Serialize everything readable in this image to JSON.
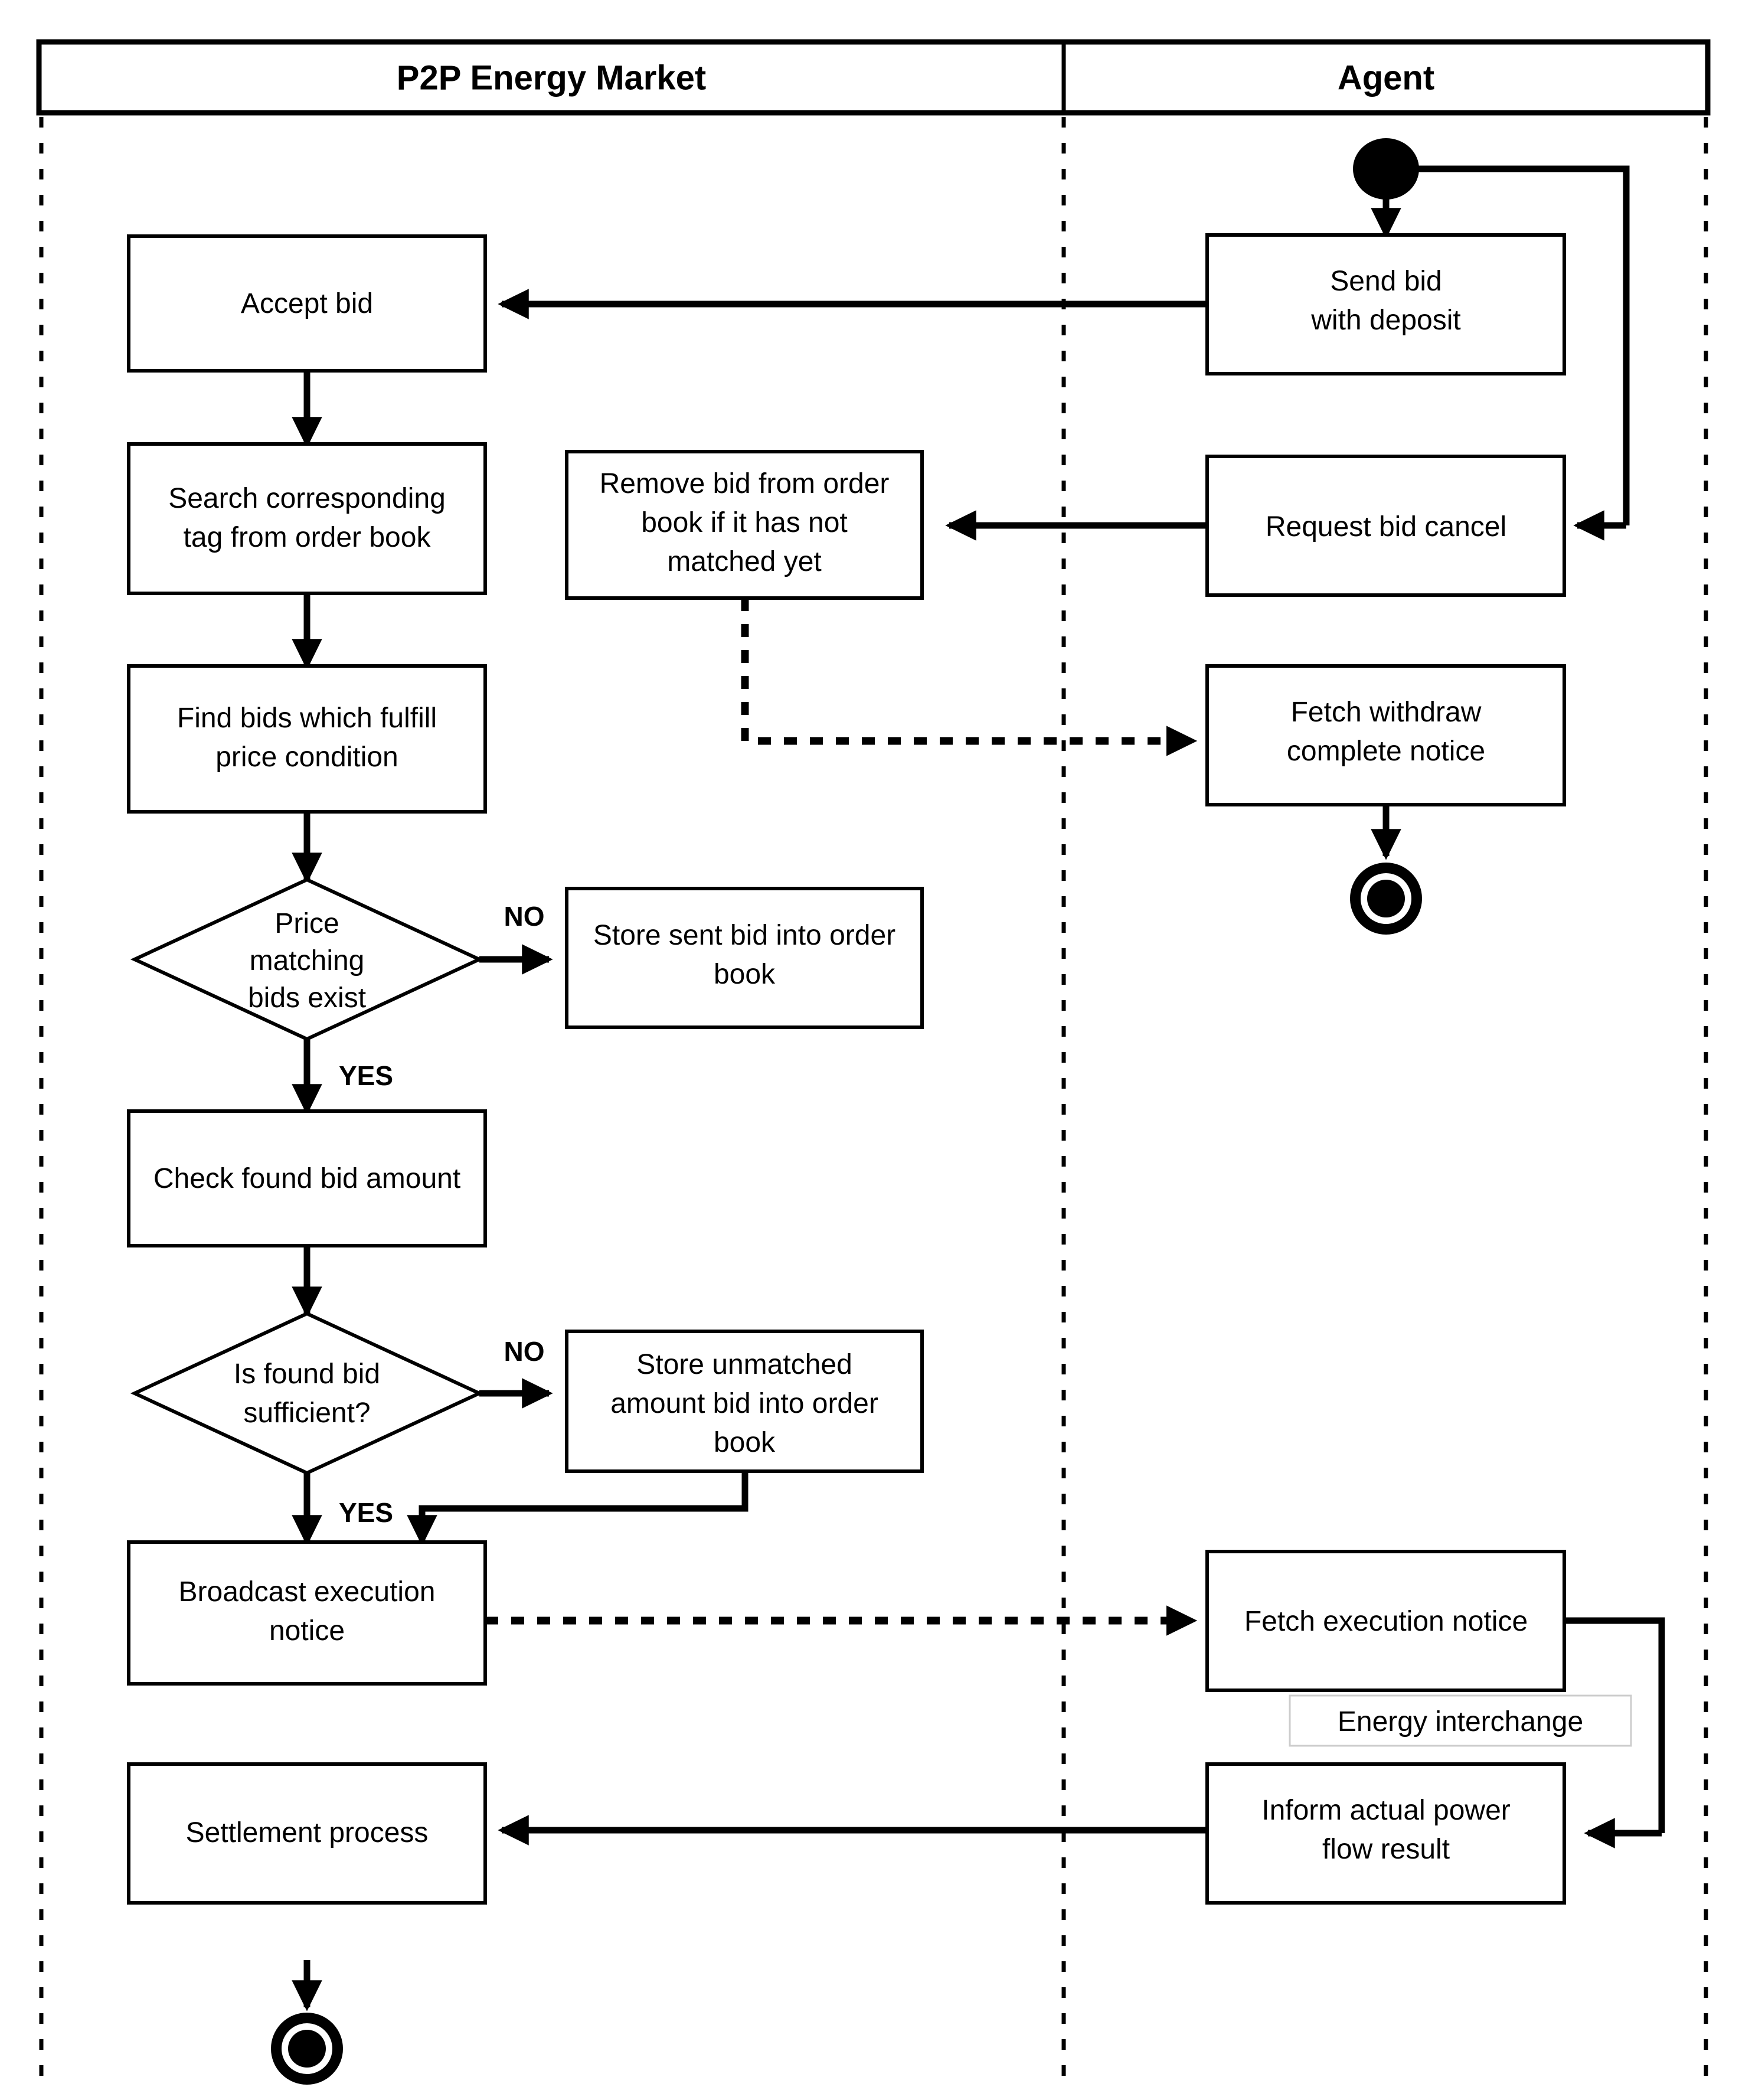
{
  "diagram": {
    "type": "uml-activity-swimlane",
    "title": "",
    "lanes": [
      {
        "id": "market",
        "label": "P2P Energy Market"
      },
      {
        "id": "agent",
        "label": "Agent"
      }
    ],
    "nodes": [
      {
        "id": "start",
        "lane": "agent",
        "kind": "initial-node",
        "label": ""
      },
      {
        "id": "send_bid",
        "lane": "agent",
        "kind": "action",
        "label": "Send bid\nwith deposit",
        "lines": [
          "Send bid",
          "with deposit"
        ]
      },
      {
        "id": "request_cancel",
        "lane": "agent",
        "kind": "action",
        "label": "Request bid cancel",
        "lines": [
          "Request bid cancel"
        ]
      },
      {
        "id": "fetch_withdraw",
        "lane": "agent",
        "kind": "action",
        "label": "Fetch withdraw\ncomplete notice",
        "lines": [
          "Fetch withdraw",
          "complete notice"
        ]
      },
      {
        "id": "end_agent",
        "lane": "agent",
        "kind": "final-node",
        "label": ""
      },
      {
        "id": "fetch_exec",
        "lane": "agent",
        "kind": "action",
        "label": "Fetch execution notice",
        "lines": [
          "Fetch execution notice"
        ]
      },
      {
        "id": "inform_power",
        "lane": "agent",
        "kind": "action",
        "label": "Inform actual power\nflow result",
        "lines": [
          "Inform actual power",
          "flow result"
        ]
      },
      {
        "id": "accept_bid",
        "lane": "market",
        "kind": "action",
        "label": "Accept bid",
        "lines": [
          "Accept bid"
        ]
      },
      {
        "id": "search_tag",
        "lane": "market",
        "kind": "action",
        "label": "Search corresponding\ntag from order book",
        "lines": [
          "Search corresponding",
          "tag from order book"
        ]
      },
      {
        "id": "find_bids",
        "lane": "market",
        "kind": "action",
        "label": "Find bids which fulfill\nprice condition",
        "lines": [
          "Find bids which fulfill",
          "price condition"
        ]
      },
      {
        "id": "price_match",
        "lane": "market",
        "kind": "decision",
        "label": "Price matching bids exist",
        "lines": [
          "Price",
          "matching",
          "bids exist"
        ]
      },
      {
        "id": "store_sent",
        "lane": "market",
        "kind": "action",
        "label": "Store sent bid into order book",
        "lines": [
          "Store sent bid into order",
          "book"
        ]
      },
      {
        "id": "check_amount",
        "lane": "market",
        "kind": "action",
        "label": "Check found bid amount",
        "lines": [
          "Check found bid amount"
        ]
      },
      {
        "id": "is_sufficient",
        "lane": "market",
        "kind": "decision",
        "label": "Is found bid sufficient?",
        "lines": [
          "Is found bid",
          "sufficient?"
        ]
      },
      {
        "id": "store_unmatched",
        "lane": "market",
        "kind": "action",
        "label": "Store unmatched amount bid into order book",
        "lines": [
          "Store unmatched",
          "amount bid into order",
          "book"
        ]
      },
      {
        "id": "remove_bid",
        "lane": "market",
        "kind": "action",
        "label": "Remove bid from order book if it has not matched yet",
        "lines": [
          "Remove bid from order",
          "book if it has not",
          "matched yet"
        ]
      },
      {
        "id": "broadcast_exec",
        "lane": "market",
        "kind": "action",
        "label": "Broadcast execution\nnotice",
        "lines": [
          "Broadcast execution",
          "notice"
        ]
      },
      {
        "id": "settlement",
        "lane": "market",
        "kind": "action",
        "label": "Settlement process",
        "lines": [
          "Settlement process"
        ]
      },
      {
        "id": "end_market",
        "lane": "market",
        "kind": "final-node",
        "label": ""
      }
    ],
    "edge_labels": {
      "price_match_no": "NO",
      "price_match_yes": "YES",
      "sufficient_no": "NO",
      "sufficient_yes": "YES"
    },
    "notes": [
      {
        "id": "energy_interchange",
        "label": "Energy interchange"
      }
    ],
    "colors": {
      "stroke": "#000000",
      "fill": "#ffffff",
      "note_border": "#cccccc"
    }
  }
}
